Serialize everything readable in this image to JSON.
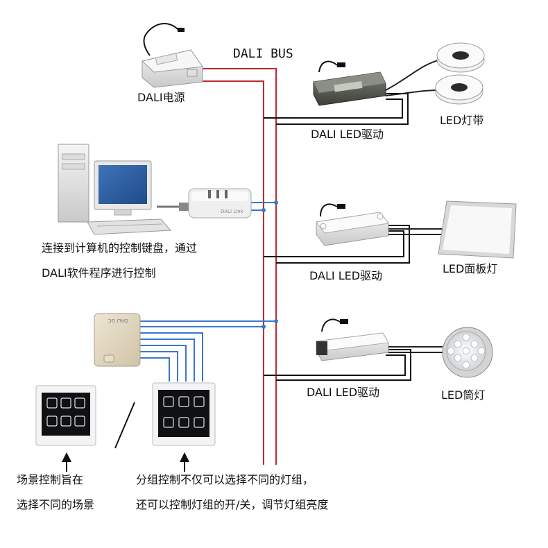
{
  "bus": {
    "title": "DALI BUS"
  },
  "power_supply": {
    "label": "DALI电源"
  },
  "drivers": [
    {
      "label": "DALI LED驱动",
      "load_label": "LED灯带"
    },
    {
      "label": "DALI LED驱动",
      "load_label": "LED面板灯"
    },
    {
      "label": "DALI LED驱动",
      "load_label": "LED筒灯"
    }
  ],
  "pc": {
    "interface_label": "DALI Link",
    "caption_line1": "连接到计算机的控制键盘，通过",
    "caption_line2": "DALI软件程序进行控制"
  },
  "controller": {
    "label": "DALI GC"
  },
  "scene_panel": {
    "caption_line1": "场景控制旨在",
    "caption_line2": "选择不同的场景"
  },
  "group_panel": {
    "caption_line1": "分组控制不仅可以选择不同的灯组，",
    "caption_line2": "还可以控制灯组的开/关，调节灯组亮度"
  },
  "colors": {
    "bus_red": "#c0282d",
    "link_blue": "#3a78c9",
    "line_black": "#111111"
  }
}
